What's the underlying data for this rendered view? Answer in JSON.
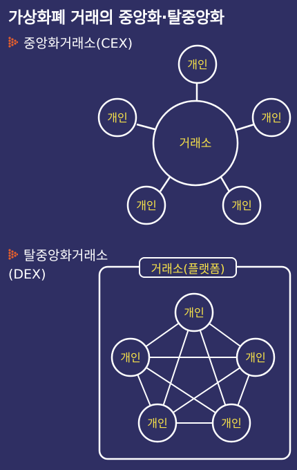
{
  "title": "가상화폐 거래의 중앙화·탈중앙화",
  "cex": {
    "heading": "중앙화거래소(CEX)",
    "center_label": "거래소",
    "node_label": "개인"
  },
  "dex": {
    "heading_line1": "탈중앙화거래소",
    "heading_line2": "(DEX)",
    "platform_label": "거래소(플랫폼)",
    "node_label": "개인"
  },
  "colors": {
    "background": "#2f2f63",
    "accent_text": "#f7e24a",
    "bullet": "#e8602c",
    "line": "#ffffff"
  }
}
